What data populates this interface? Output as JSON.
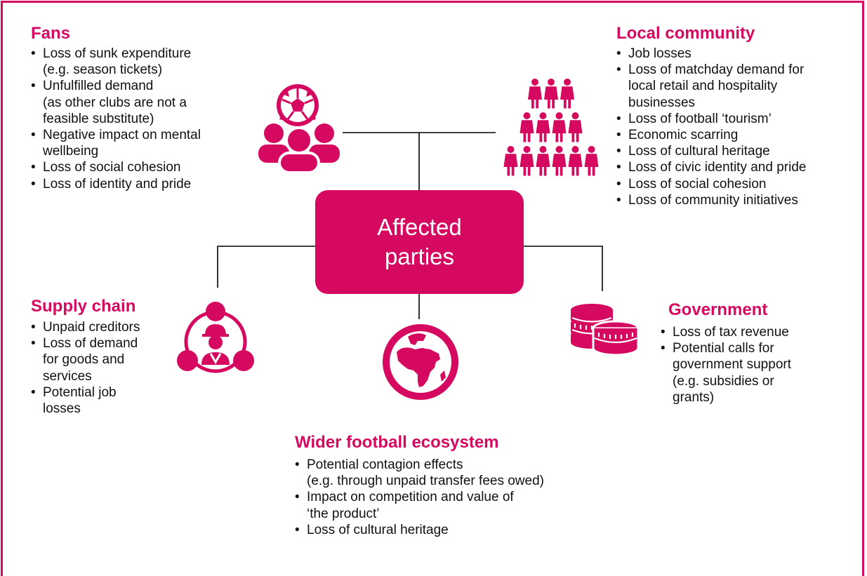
{
  "colors": {
    "accent": "#D4095F",
    "text": "#111111",
    "line": "#000000"
  },
  "center": {
    "label": "Affected\nparties"
  },
  "groups": {
    "fans": {
      "title": "Fans",
      "icon": "fans-football-icon",
      "items": [
        "Loss of sunk expenditure\n(e.g. season tickets)",
        "Unfulfilled demand\n(as other clubs are not a\nfeasible substitute)",
        "Negative impact on mental\nwellbeing",
        "Loss of social cohesion",
        "Loss of identity and pride"
      ]
    },
    "local_community": {
      "title": "Local community",
      "icon": "people-crowd-icon",
      "items": [
        "Job losses",
        "Loss of matchday demand for\nlocal retail and hospitality\nbusinesses",
        "Loss of football ‘tourism’",
        "Economic scarring",
        "Loss of cultural heritage",
        "Loss of civic identity and pride",
        "Loss of social cohesion",
        "Loss of community initiatives"
      ]
    },
    "supply_chain": {
      "title": "Supply chain",
      "icon": "supply-chain-worker-icon",
      "items": [
        "Unpaid creditors",
        "Loss of demand\nfor goods and\nservices",
        "Potential job\nlosses"
      ]
    },
    "government": {
      "title": "Government",
      "icon": "coins-icon",
      "items": [
        "Loss of tax revenue",
        "Potential calls for\ngovernment support\n(e.g. subsidies or\ngrants)"
      ]
    },
    "wider": {
      "title": "Wider football ecosystem",
      "icon": "globe-icon",
      "items": [
        "Potential contagion effects\n(e.g. through unpaid transfer fees owed)",
        "Impact on competition and value of\n‘the product’",
        "Loss of cultural heritage"
      ]
    }
  }
}
